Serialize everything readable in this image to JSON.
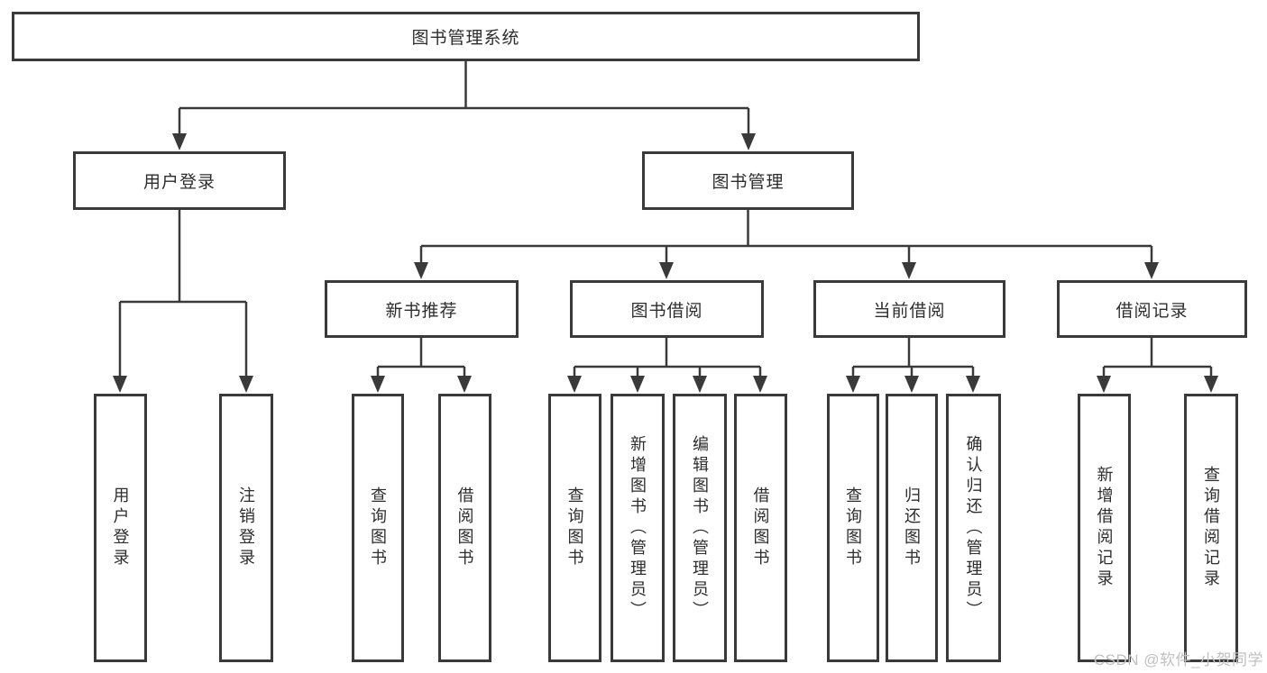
{
  "diagram": {
    "title": "图书管理系统",
    "level2": [
      "用户登录",
      "图书管理"
    ],
    "level3": [
      "新书推荐",
      "图书借阅",
      "当前借阅",
      "借阅记录"
    ],
    "leaves": [
      "用户登录",
      "注销登录",
      "查询图书",
      "借阅图书",
      "查询图书",
      "新增图书（管理员）",
      "编辑图书（管理员）",
      "借阅图书",
      "查询图书",
      "归还图书",
      "确认归还（管理员）",
      "新增借阅记录",
      "查询借阅记录"
    ],
    "colors": {
      "line": "#3a3a3a",
      "text": "#2d2d2d",
      "box_background": "#ffffff",
      "watermark": "#c0c0c0"
    }
  },
  "watermark": "CSDN @软件_小贺同学"
}
